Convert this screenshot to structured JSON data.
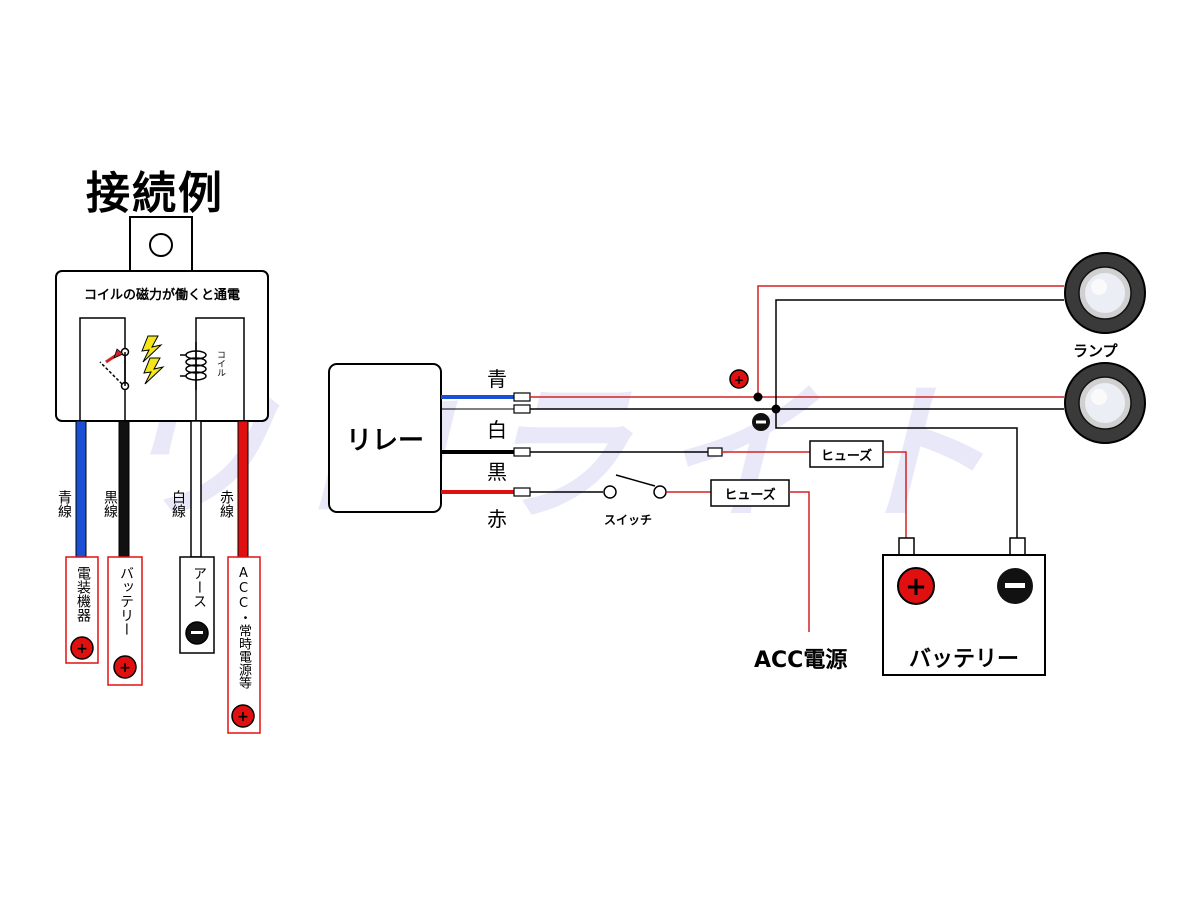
{
  "title": "接続例",
  "watermark": "ワロライト",
  "relay_box": {
    "heading": "コイルの磁力が働くと通電",
    "coil_label": "コイル"
  },
  "wires": [
    {
      "label": "青線",
      "color": "#1a4fd6",
      "target": "電装機器",
      "sign": "+"
    },
    {
      "label": "黒線",
      "color": "#000000",
      "target": "バッテリー",
      "sign": "+"
    },
    {
      "label": "白線",
      "color": "#ffffff",
      "target": "アース",
      "sign": "−"
    },
    {
      "label": "赤線",
      "color": "#e01010",
      "target": "ACC・常時電源等",
      "sign": "+"
    }
  ],
  "wiring": {
    "relay_label": "リレー",
    "wire_colors": [
      "青",
      "白",
      "黒",
      "赤"
    ],
    "fuse_label": "ヒューズ",
    "switch_label": "スイッチ",
    "lamp_label": "ランプ",
    "acc_label": "ACC電源",
    "battery_label": "バッテリー",
    "plus_sign": "+",
    "minus_sign": "−"
  },
  "colors": {
    "blue": "#1a4fd6",
    "red": "#e01010",
    "black": "#000000",
    "thin_red": "#d32222",
    "watermark": "#e6e6f6"
  }
}
